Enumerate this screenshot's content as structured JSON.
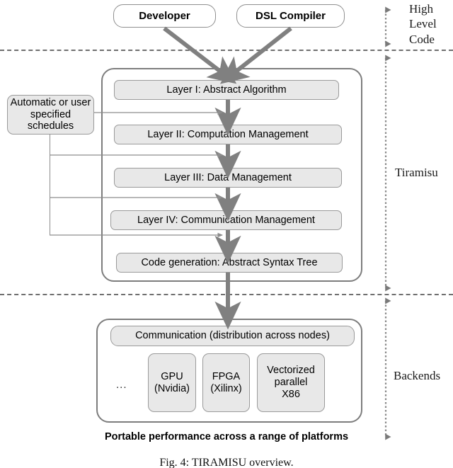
{
  "figure": {
    "caption": "Fig. 4: TIRAMISU overview.",
    "bold_note": "Portable performance across a range of platforms"
  },
  "colors": {
    "node_fill": "#e8e8e8",
    "node_stroke": "#9a9a9a",
    "container_stroke": "#7d7d7d",
    "arrow_thick": "#808080",
    "arrow_thin": "#8d8d8d",
    "separator": "#6f6f6f",
    "text": "#000000"
  },
  "top_level": {
    "nodes": [
      {
        "label": "Developer",
        "name": "developer-box"
      },
      {
        "label": "DSL Compiler",
        "name": "dsl-compiler-box"
      }
    ]
  },
  "side_labels": [
    {
      "name": "high-level-code-label",
      "lines": [
        "High",
        "Level",
        "Code"
      ]
    },
    {
      "name": "tiramisu-label",
      "lines": [
        "Tiramisu"
      ]
    },
    {
      "name": "backends-label",
      "lines": [
        "Backends"
      ]
    }
  ],
  "schedules": {
    "label": "Automatic or user specified schedules"
  },
  "tiramisu": {
    "layers": [
      {
        "label": "Layer I: Abstract Algorithm",
        "name": "layer-1-box"
      },
      {
        "label": "Layer II: Computation Management",
        "name": "layer-2-box"
      },
      {
        "label": "Layer III: Data Management",
        "name": "layer-3-box"
      },
      {
        "label": "Layer IV: Communication Management",
        "name": "layer-4-box"
      },
      {
        "label": "Code generation: Abstract Syntax Tree",
        "name": "code-generation-box"
      }
    ]
  },
  "backends": {
    "communication": "Communication (distribution across nodes)",
    "ellipsis": "...",
    "targets": [
      {
        "lines": [
          "GPU",
          "(Nvidia)"
        ],
        "name": "backend-gpu-box"
      },
      {
        "lines": [
          "FPGA",
          "(Xilinx)"
        ],
        "name": "backend-fpga-box"
      },
      {
        "lines": [
          "Vectorized",
          "parallel",
          "X86"
        ],
        "name": "backend-x86-box"
      }
    ]
  }
}
